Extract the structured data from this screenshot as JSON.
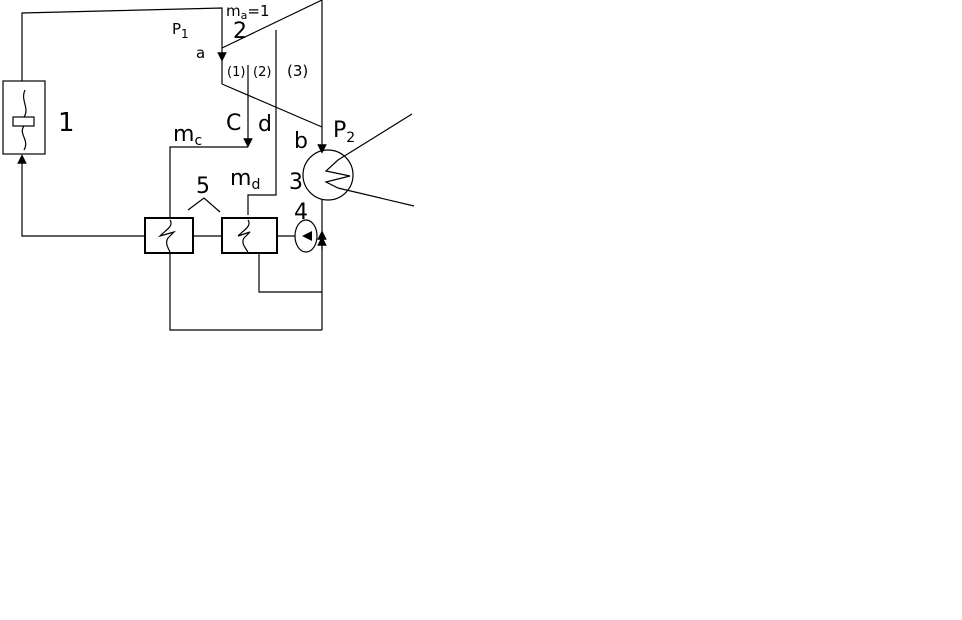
{
  "labels": {
    "boiler": "1",
    "turbine": "2",
    "condenser": "3",
    "pump": "4",
    "heaters": "5",
    "p1": "P",
    "p1_sub": "1",
    "p2": "P",
    "p2_sub": "2",
    "ma": "m",
    "ma_sub": "a",
    "ma_eq": "=1",
    "point_a": "a",
    "point_b": "b",
    "point_c": "C",
    "point_d": "d",
    "mc": "m",
    "mc_sub": "c",
    "md": "m",
    "md_sub": "d",
    "stage1": "(1)",
    "stage2": "(2)",
    "stage3": "(3)"
  }
}
